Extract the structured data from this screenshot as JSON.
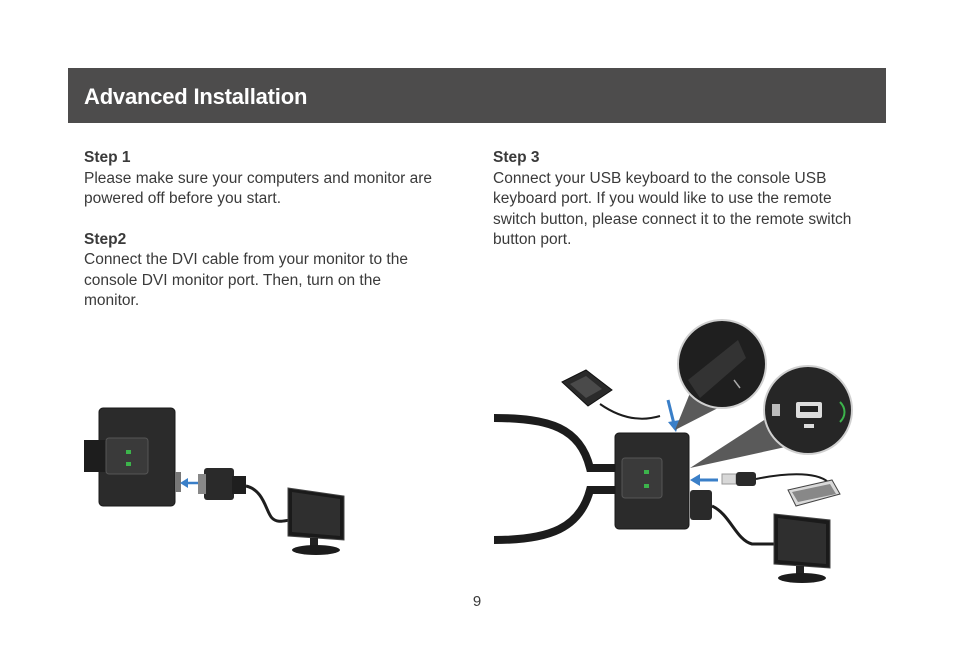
{
  "header": {
    "title": "Advanced Installation"
  },
  "steps": [
    {
      "heading": "Step 1",
      "text": "Please make sure your computers and monitor are powered off before you start."
    },
    {
      "heading": "Step2",
      "text": "Connect the DVI cable from your monitor to the console DVI monitor port. Then, turn on the monitor."
    },
    {
      "heading": "Step 3",
      "text": "Connect your USB keyboard to the console USB keyboard port. If you would like to use the remote switch button, please connect it to the remote switch button port."
    }
  ],
  "page": {
    "number": "9"
  },
  "colors": {
    "header_bg": "#4d4c4c",
    "header_text": "#ffffff",
    "arrow_blue": "#3a7fc8",
    "led_green": "#3cb44b"
  }
}
